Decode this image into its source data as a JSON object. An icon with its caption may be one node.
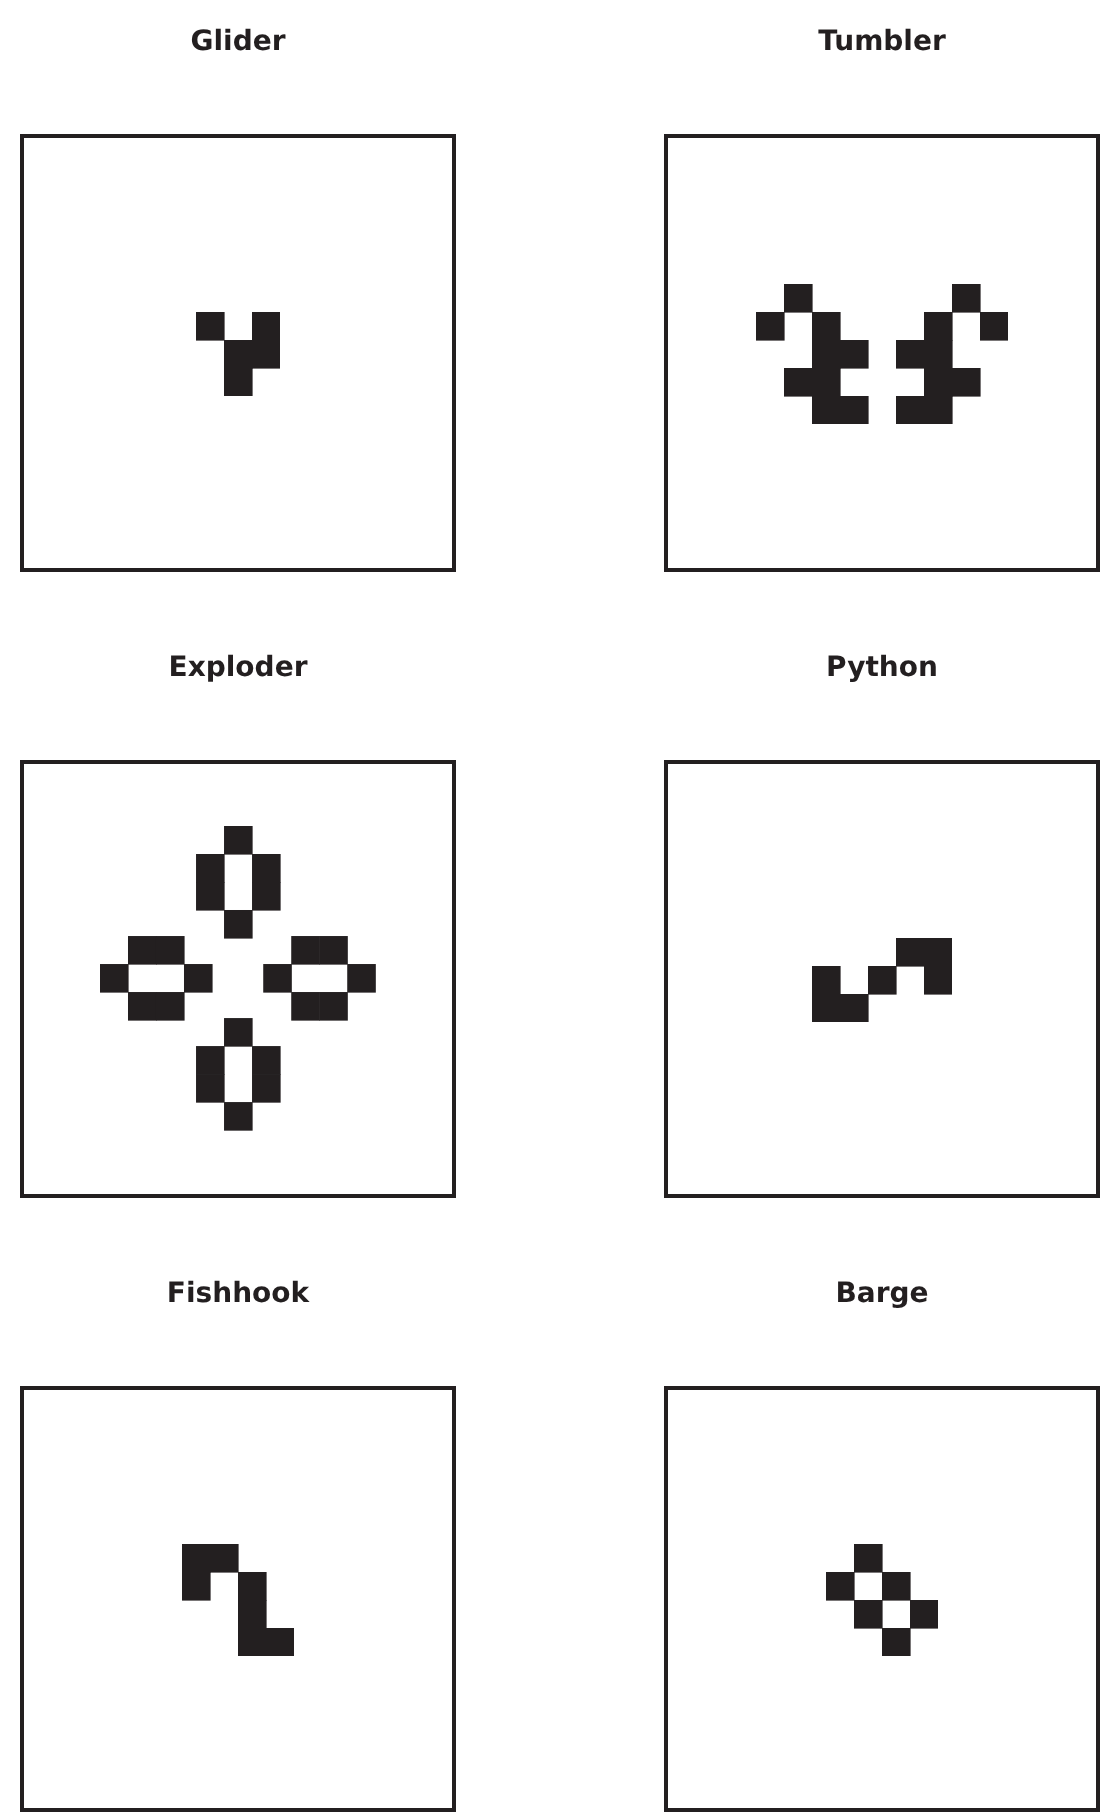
{
  "diagram": {
    "nodes": [
      {
        "text": [
          "Glider"
        ]
      },
      {
        "text": [
          "Tumbler"
        ]
      },
      {
        "text": [
          "Exploder"
        ]
      },
      {
        "text": [
          "Python"
        ]
      },
      {
        "text": [
          "Fishhook"
        ]
      },
      {
        "text": [
          "Barge"
        ]
      }
    ]
  }
}
